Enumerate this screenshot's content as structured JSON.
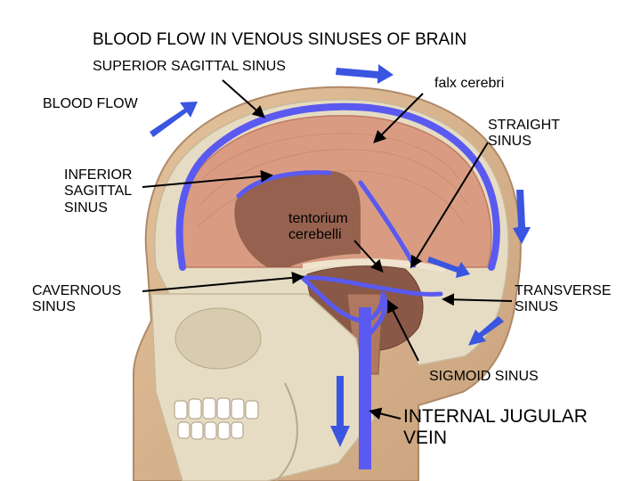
{
  "title": "BLOOD FLOW IN VENOUS SINUSES OF BRAIN",
  "labels": {
    "superior_sagittal_sinus": "SUPERIOR SAGITTAL SINUS",
    "falx_cerebri": "falx  cerebri",
    "blood_flow": "BLOOD FLOW",
    "straight_sinus": [
      "STRAIGHT",
      "SINUS"
    ],
    "inferior_sagittal_sinus": [
      "INFERIOR",
      "SAGITTAL",
      "SINUS"
    ],
    "tentorium_cerebelli": [
      "tentorium",
      "cerebelli"
    ],
    "cavernous_sinus": [
      "CAVERNOUS",
      "SINUS"
    ],
    "transverse_sinus": [
      "TRANSVERSE",
      "SINUS"
    ],
    "sigmoid_sinus": "SIGMOID SINUS",
    "internal_jugular_vein": [
      "INTERNAL JUGULAR",
      "VEIN"
    ]
  },
  "colors": {
    "sinus_blue": "#5a5af0",
    "arrow_blue": "#3a55e0",
    "skin": "#d9b48c",
    "brain": "#d99c82",
    "brain_dark": "#8a5846",
    "bone": "#e6dcc4"
  }
}
